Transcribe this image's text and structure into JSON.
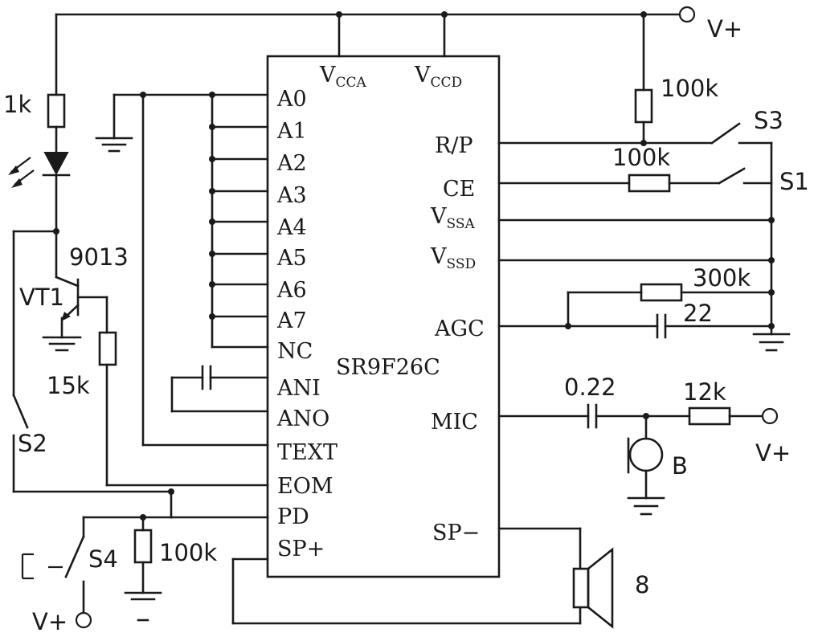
{
  "chip": {
    "name": "SR9F26C",
    "top_pins": {
      "vcca_main": "V",
      "vcca_sub": "CCA",
      "vccd_main": "V",
      "vccd_sub": "CCD"
    },
    "left_pins": [
      "A0",
      "A1",
      "A2",
      "A3",
      "A4",
      "A5",
      "A6",
      "A7",
      "NC",
      "ANI",
      "ANO",
      "TEXT",
      "EOM",
      "PD",
      "SP+"
    ],
    "right_pins": {
      "rp": "R/P",
      "ce": "CE",
      "vssa_main": "V",
      "vssa_sub": "SSA",
      "vssd_main": "V",
      "vssd_sub": "SSD",
      "agc": "AGC",
      "mic": "MIC",
      "spm": "SP−"
    }
  },
  "components": {
    "r_1k": "1k",
    "transistor_type": "9013",
    "transistor_ref": "VT1",
    "r_15k": "15k",
    "switch_s2": "S2",
    "switch_s3": "S3",
    "switch_s1": "S1",
    "switch_s4": "S4",
    "r_100k_top": "100k",
    "r_100k_ce": "100k",
    "r_300k": "300k",
    "cap_22": "22",
    "cap_022": "0.22",
    "r_12k": "12k",
    "mic_b": "B",
    "speaker_8": "8",
    "r_100k_pd": "100k"
  },
  "supply": {
    "vplus_top": "V+",
    "vplus_mic": "V+",
    "vplus_s4": "V+"
  }
}
